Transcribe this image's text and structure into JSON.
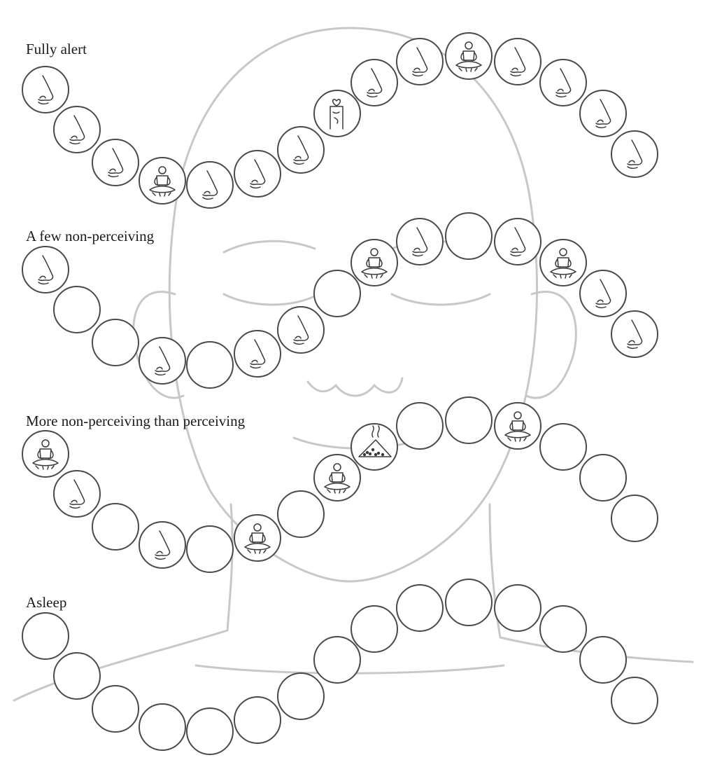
{
  "rows": [
    {
      "label": "Fully alert",
      "items": [
        "nose-icon",
        "nose-icon",
        "nose-icon",
        "meditator-icon",
        "nose-icon",
        "nose-icon",
        "nose-icon",
        "heart-figure-icon",
        "nose-icon",
        "nose-icon",
        "meditator-icon",
        "nose-icon",
        "nose-icon",
        "nose-icon",
        "nose-icon"
      ]
    },
    {
      "label": "A few non-perceiving",
      "items": [
        "nose-icon",
        "empty",
        "empty",
        "nose-icon",
        "empty",
        "nose-icon",
        "nose-icon",
        "empty",
        "meditator-icon",
        "nose-icon",
        "empty",
        "nose-icon",
        "meditator-icon",
        "nose-icon",
        "nose-icon"
      ]
    },
    {
      "label": "More non-perceiving than perceiving",
      "items": [
        "meditator-icon",
        "nose-icon",
        "empty",
        "nose-icon",
        "empty",
        "meditator-icon",
        "empty",
        "meditator-icon",
        "pizza-icon",
        "empty",
        "empty",
        "meditator-icon",
        "empty",
        "empty",
        "empty"
      ]
    },
    {
      "label": "Asleep",
      "items": [
        "empty",
        "empty",
        "empty",
        "empty",
        "empty",
        "empty",
        "empty",
        "empty",
        "empty",
        "empty",
        "empty",
        "empty",
        "empty",
        "empty",
        "empty"
      ]
    }
  ]
}
